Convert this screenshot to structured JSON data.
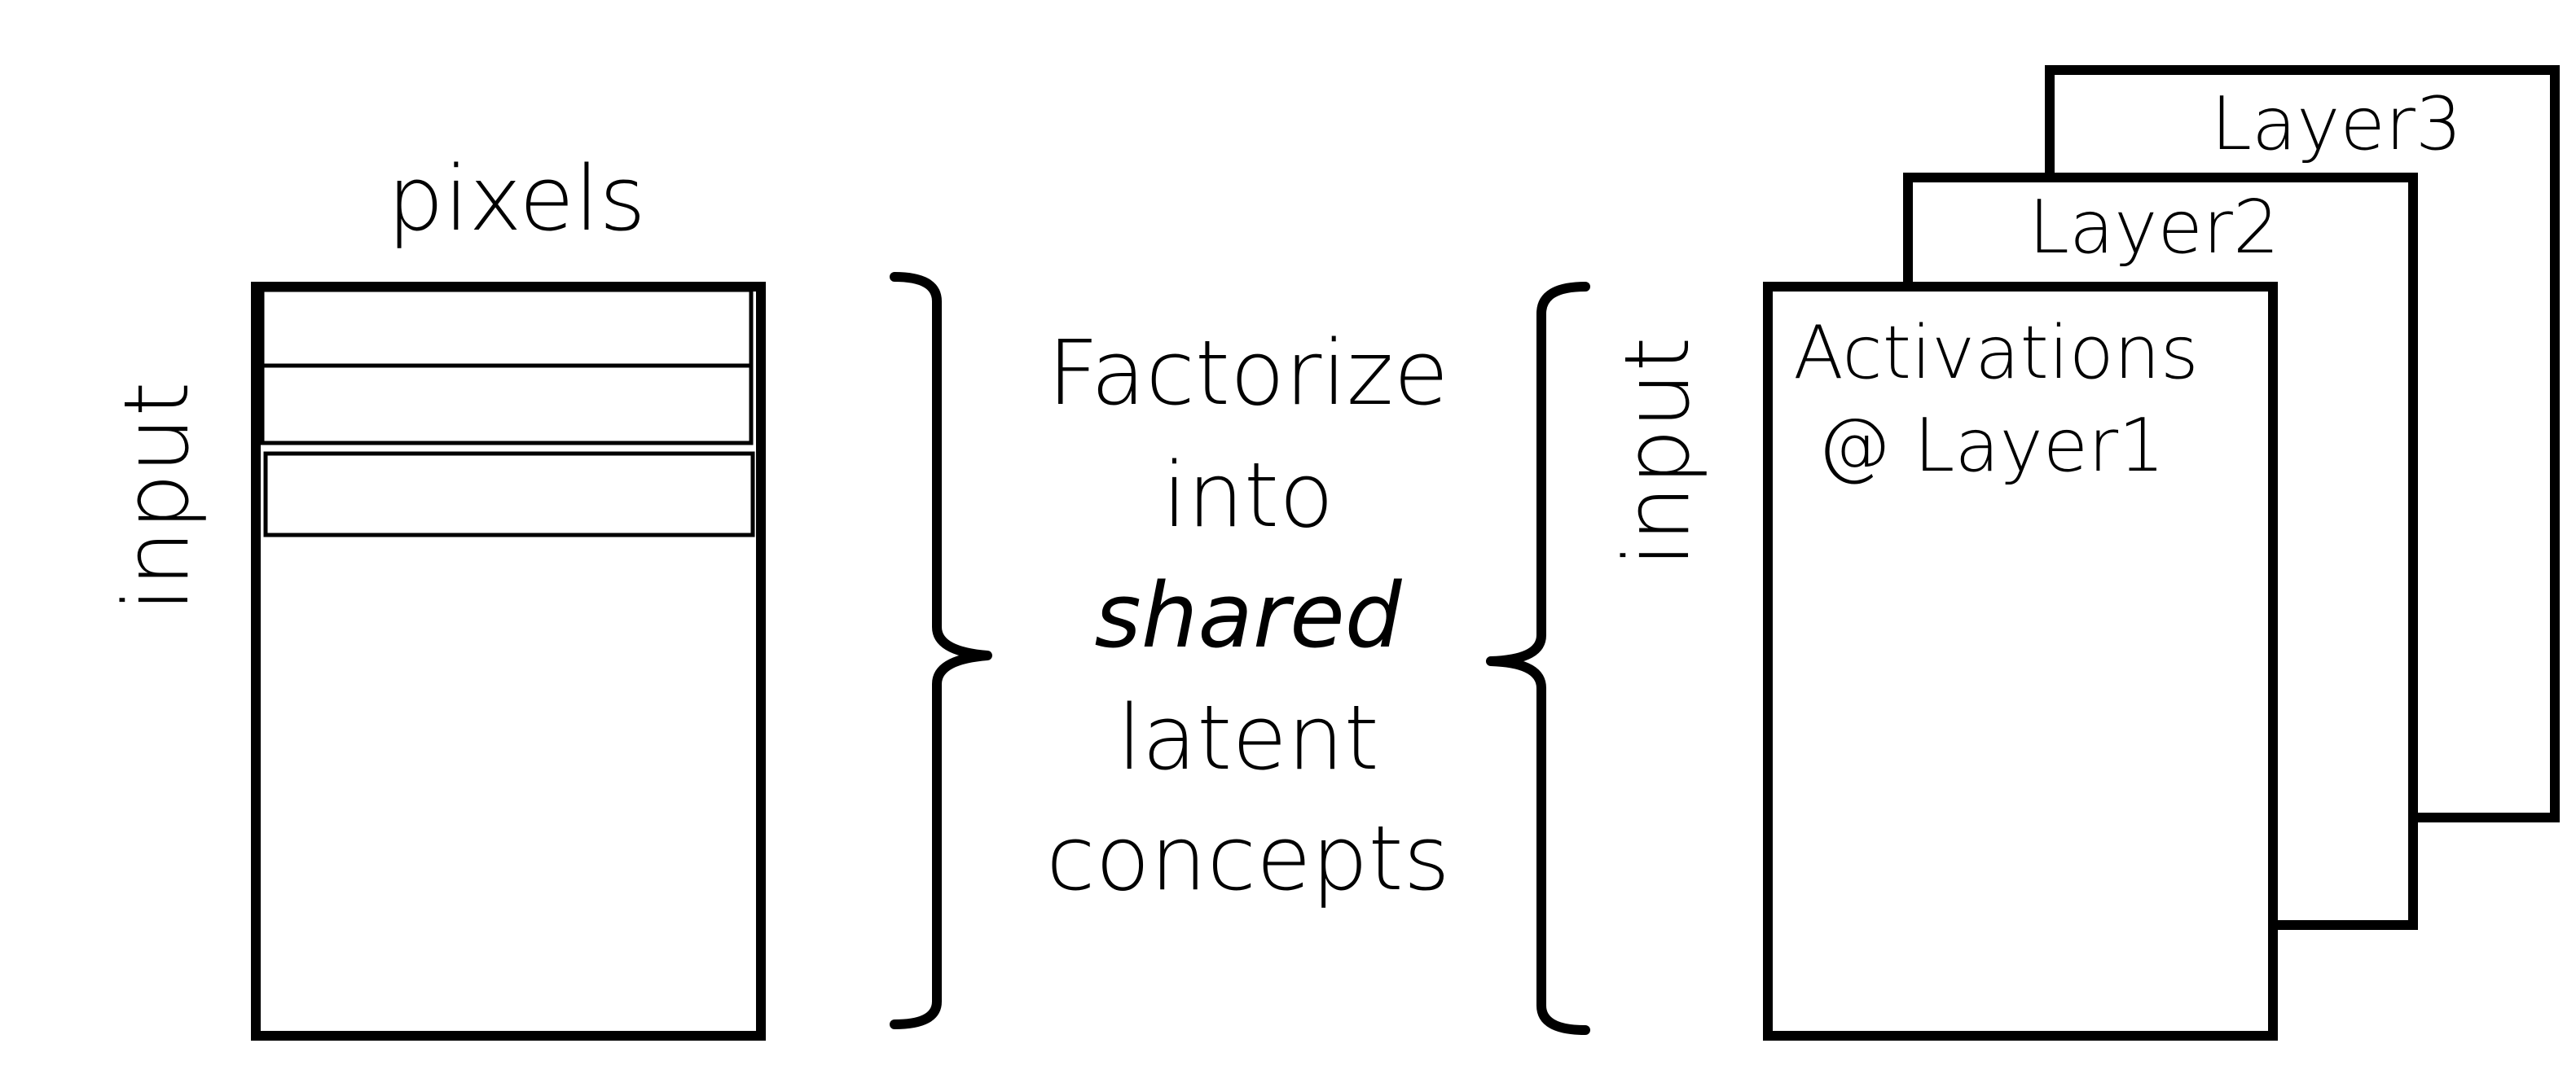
{
  "left_matrix": {
    "top_label": "pixels",
    "side_label": "input"
  },
  "center": {
    "line1": "Factorize",
    "line2": "into",
    "line3": "shared",
    "line4": "latent",
    "line5": "concepts"
  },
  "right_stack": {
    "side_label": "input",
    "layer3_label": "Layer3",
    "layer2_label": "Layer2",
    "layer1_label_line1": "Activations",
    "layer1_label_line2": "@ Layer1"
  }
}
